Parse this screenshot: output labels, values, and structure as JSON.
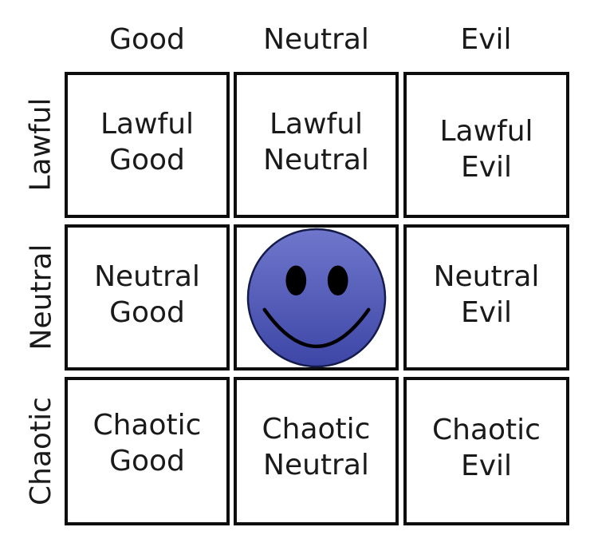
{
  "diagram": {
    "type": "alignment-chart",
    "columns": [
      "Good",
      "Neutral",
      "Evil"
    ],
    "rows": [
      "Lawful",
      "Neutral",
      "Chaotic"
    ],
    "cells": [
      [
        "Lawful\nGood",
        "Lawful\nNeutral",
        "Lawful\nEvil"
      ],
      [
        "Neutral\nGood",
        "",
        "Neutral\nEvil"
      ],
      [
        "Chaotic\nGood",
        "Chaotic\nNeutral",
        "Chaotic\nEvil"
      ]
    ],
    "center_icon": "smiley-face-icon",
    "colors": {
      "border": "#0d0d0d",
      "smiley_fill_top": "#6d74c9",
      "smiley_fill_bottom": "#3f48a8",
      "smiley_features": "#000000"
    }
  }
}
